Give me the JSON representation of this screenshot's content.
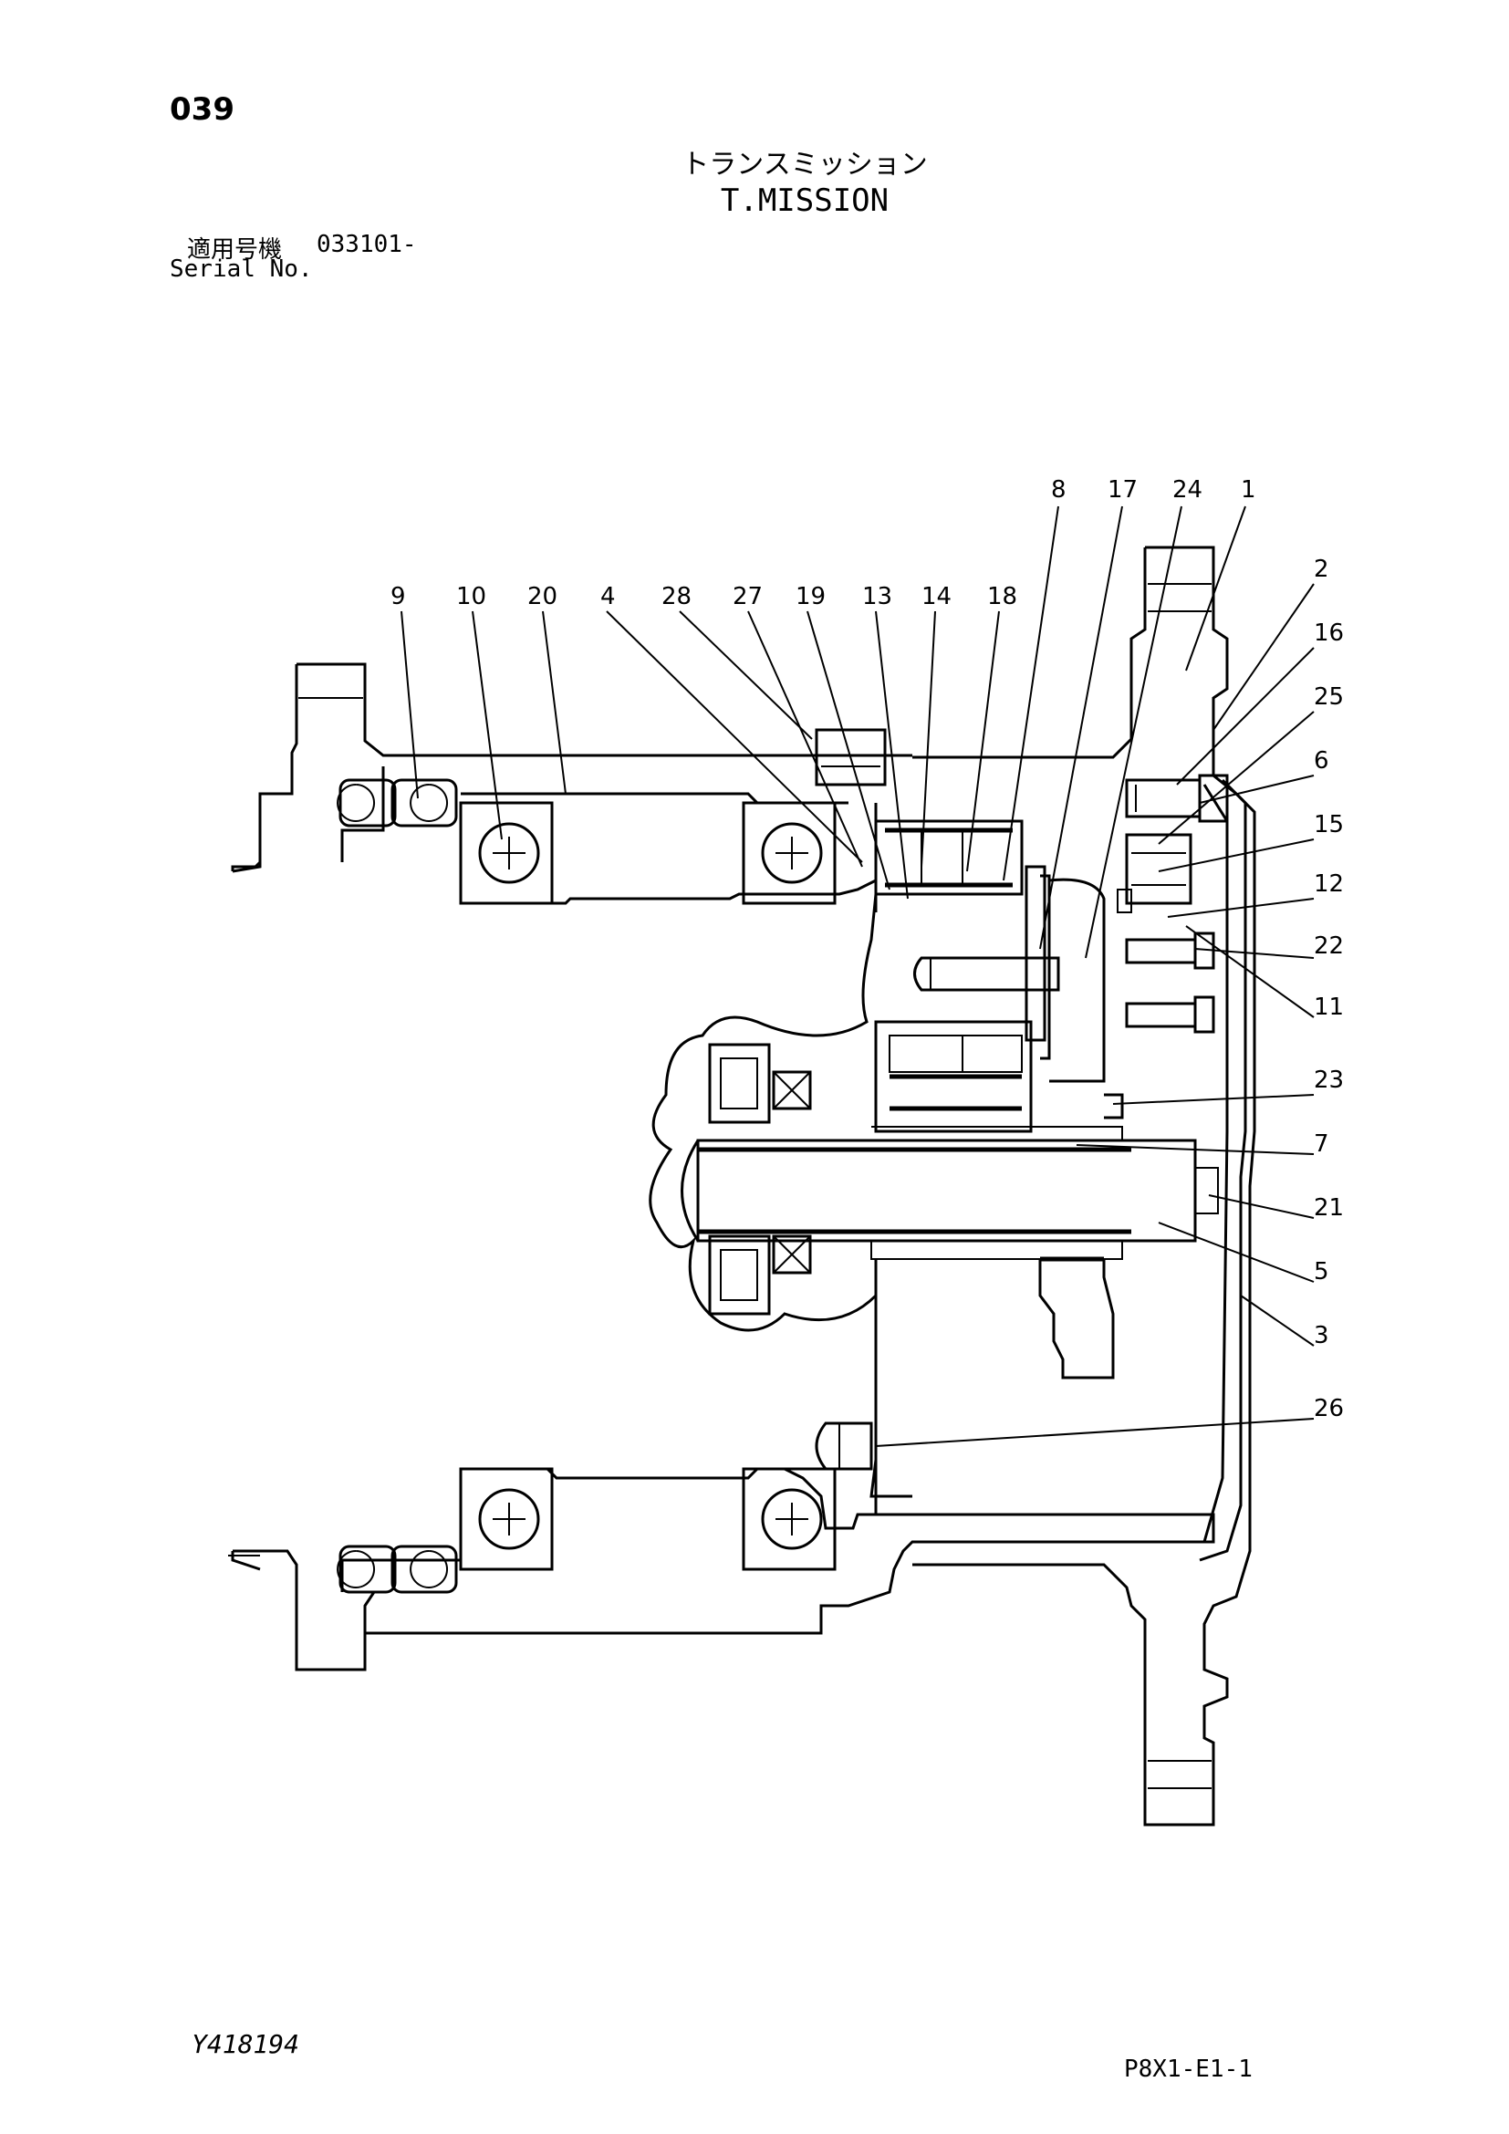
{
  "page_number": "039",
  "title_jp": "トランスミッション",
  "title_en": "T.MISSION",
  "serial": {
    "label_jp": "適用号機",
    "number": "033101-",
    "label_en": "Serial No."
  },
  "callouts": [
    "1",
    "2",
    "3",
    "4",
    "5",
    "6",
    "7",
    "8",
    "9",
    "10",
    "11",
    "12",
    "13",
    "14",
    "15",
    "16",
    "17",
    "18",
    "19",
    "20",
    "21",
    "22",
    "23",
    "24",
    "25",
    "26",
    "27",
    "28"
  ],
  "drawing_code": "Y418194",
  "page_code": "P8X1-E1-1"
}
